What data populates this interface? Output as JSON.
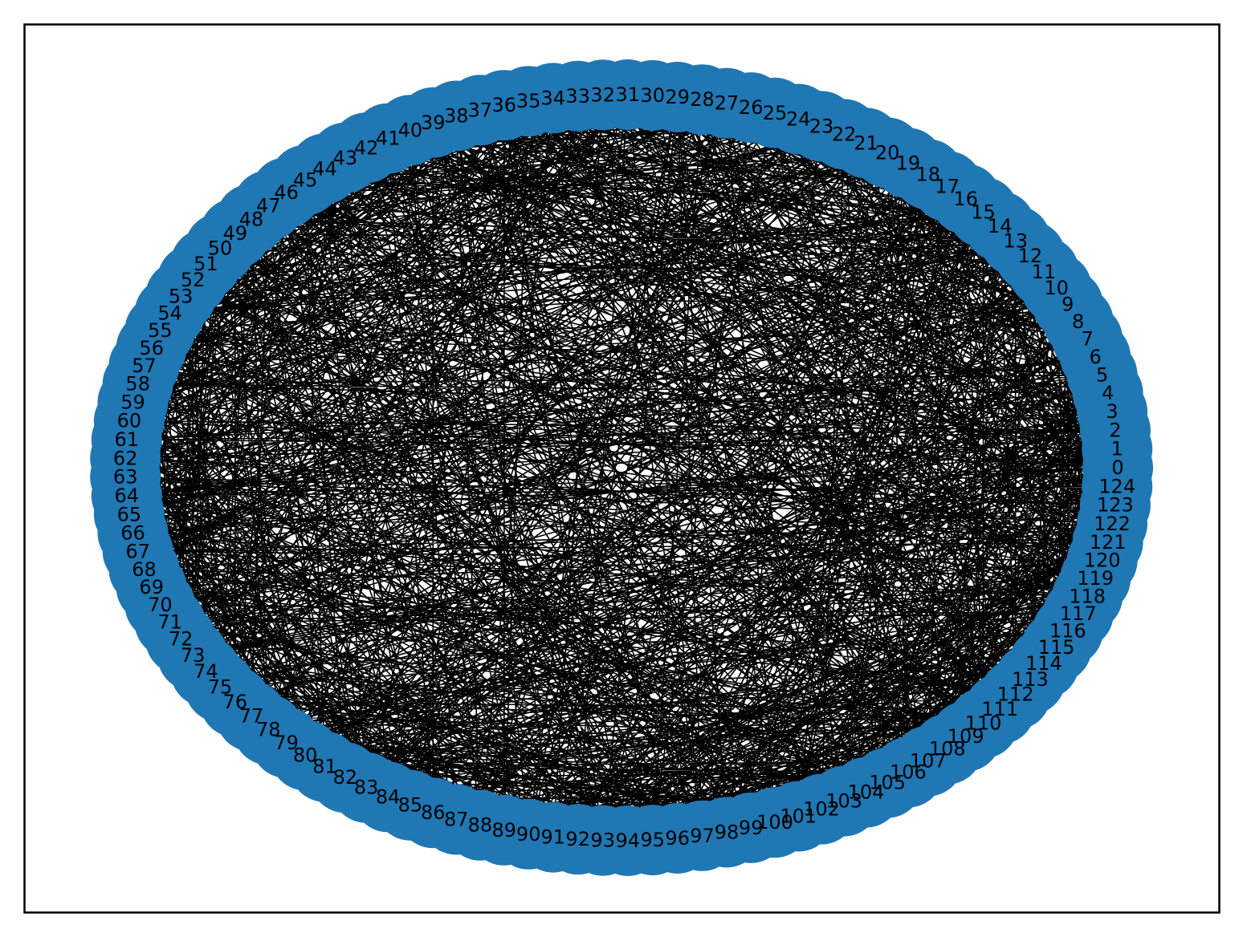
{
  "diagram": {
    "type": "circular-graph",
    "node_count": 125,
    "node_labels": [
      "0",
      "1",
      "2",
      "3",
      "4",
      "5",
      "6",
      "7",
      "8",
      "9",
      "10",
      "11",
      "12",
      "13",
      "14",
      "15",
      "16",
      "17",
      "18",
      "19",
      "20",
      "21",
      "22",
      "23",
      "24",
      "25",
      "26",
      "27",
      "28",
      "29",
      "30",
      "31",
      "32",
      "33",
      "34",
      "35",
      "36",
      "37",
      "38",
      "39",
      "40",
      "41",
      "42",
      "43",
      "44",
      "45",
      "46",
      "47",
      "48",
      "49",
      "50",
      "51",
      "52",
      "53",
      "54",
      "55",
      "56",
      "57",
      "58",
      "59",
      "60",
      "61",
      "62",
      "63",
      "64",
      "65",
      "66",
      "67",
      "68",
      "69",
      "70",
      "71",
      "72",
      "73",
      "74",
      "75",
      "76",
      "77",
      "78",
      "79",
      "80",
      "81",
      "82",
      "83",
      "84",
      "85",
      "86",
      "87",
      "88",
      "89",
      "90",
      "91",
      "92",
      "93",
      "94",
      "95",
      "96",
      "97",
      "98",
      "99",
      "100",
      "101",
      "102",
      "103",
      "104",
      "105",
      "106",
      "107",
      "108",
      "109",
      "110",
      "111",
      "112",
      "113",
      "114",
      "115",
      "116",
      "117",
      "118",
      "119",
      "120",
      "121",
      "122",
      "123",
      "124"
    ],
    "approx_edge_count": 1600,
    "colors": {
      "node": "#1f77b4",
      "edge": "#000000",
      "label": "#000000",
      "frame": "#000000",
      "background": "#ffffff"
    }
  }
}
